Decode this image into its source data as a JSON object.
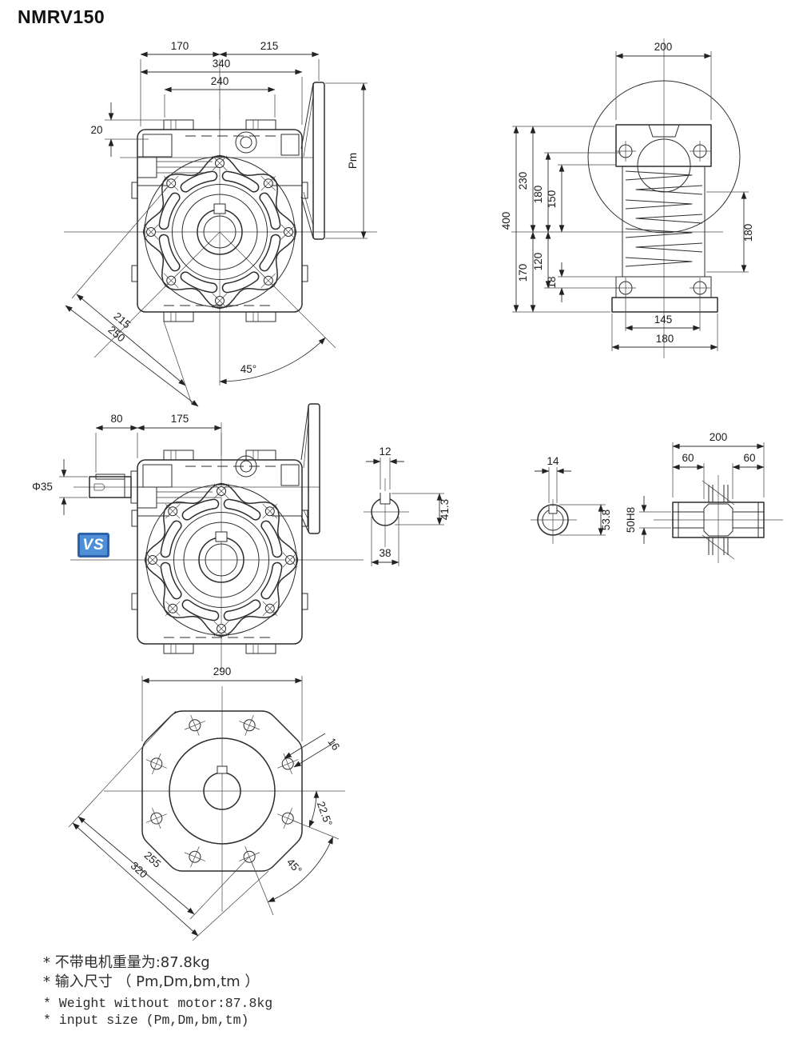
{
  "title": "NMRV150",
  "badge": {
    "label": "VS",
    "bg": "#4e8fd5",
    "border": "#2e62ac",
    "text_color": "#ffffff"
  },
  "line_color": "#2d2d2d",
  "views": {
    "front": {
      "name": "front view with motor flange",
      "dims": {
        "d170": "170",
        "d215": "215",
        "d340": "340",
        "d240": "240",
        "d20": "20",
        "pm": "Pm",
        "diag215": "215",
        "diag250": "250",
        "angle45": "45°"
      }
    },
    "side": {
      "name": "side view",
      "dims": {
        "top200": "200",
        "h400": "400",
        "h230": "230",
        "h180": "180",
        "h150": "150",
        "h170": "170",
        "h120": "120",
        "h18": "18",
        "right180": "180",
        "b145": "145",
        "b180": "180"
      }
    },
    "vsfront": {
      "name": "front view with VS input shaft",
      "dims": {
        "d80": "80",
        "d175": "175",
        "phi35": "Φ35"
      }
    },
    "input_key": {
      "name": "input shaft key section",
      "dims": {
        "w12": "12",
        "h413": "41.3",
        "d38": "38"
      }
    },
    "input_bore": {
      "name": "input bore section",
      "dims": {
        "w14": "14",
        "h538": "53.8"
      }
    },
    "output_shaft": {
      "name": "hollow output shaft",
      "dims": {
        "w200": "200",
        "l60": "60",
        "r60": "60",
        "bore": "50H8"
      }
    },
    "flange": {
      "name": "output flange rear view",
      "dims": {
        "w290": "290",
        "hole16": "16",
        "a225": "22.5°",
        "a45": "45°",
        "d255": "255",
        "d320": "320"
      }
    }
  },
  "notes": [
    "* 不带电机重量为:87.8kg",
    "* 输入尺寸 （ Pm,Dm,bm,tm ）",
    "* Weight without motor:87.8kg",
    "* input size (Pm,Dm,bm,tm)"
  ]
}
